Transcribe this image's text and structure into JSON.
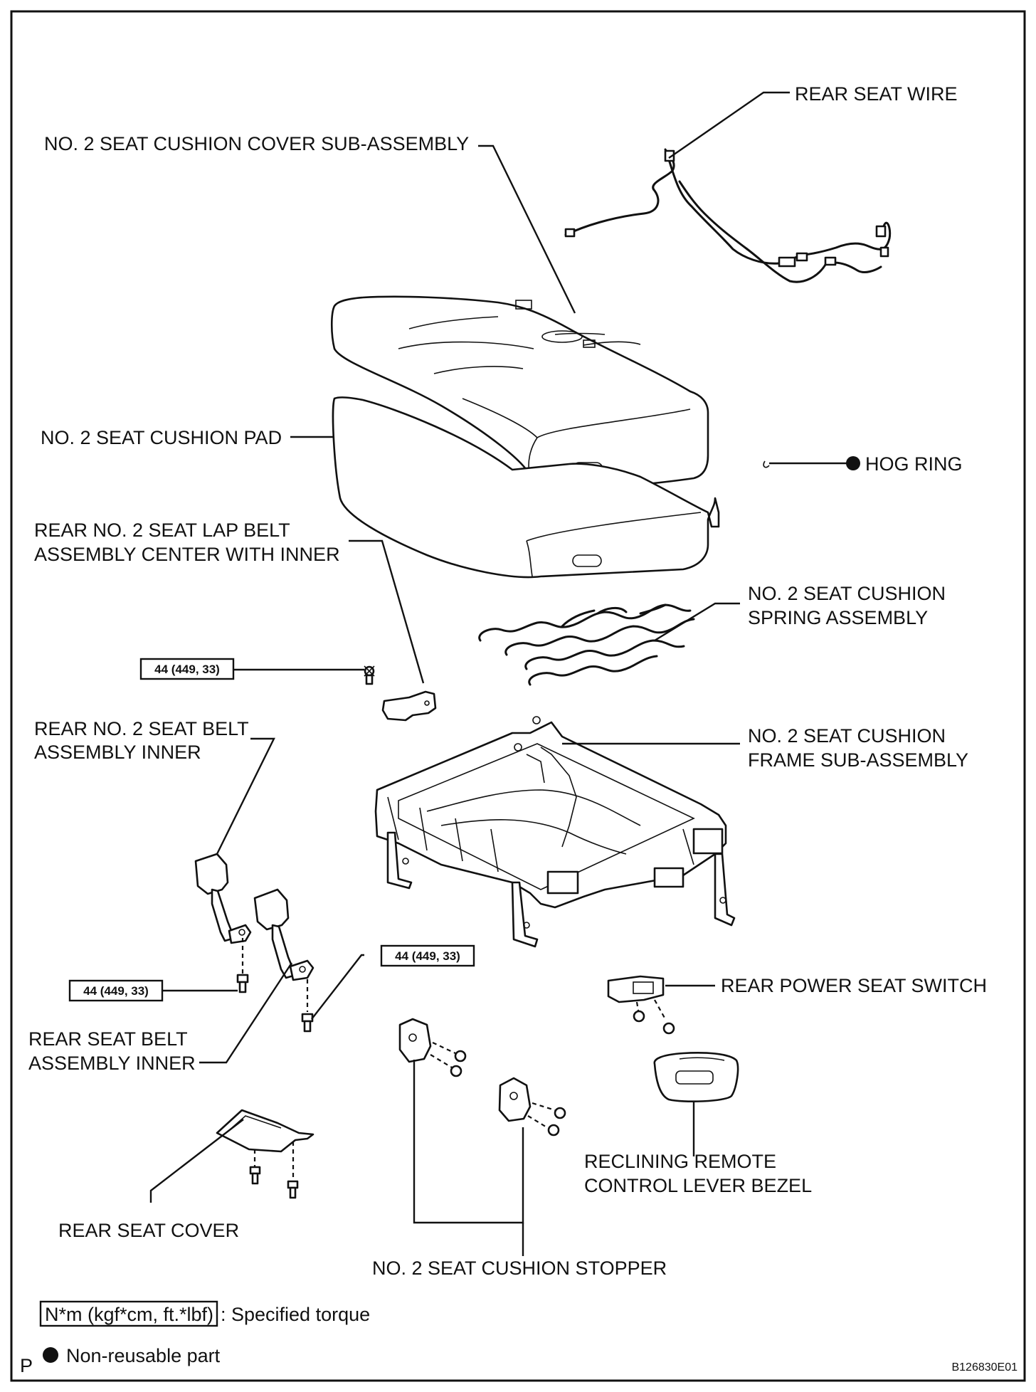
{
  "labels": {
    "rear_seat_wire": "REAR SEAT WIRE",
    "cushion_cover": "NO. 2 SEAT CUSHION COVER SUB-ASSEMBLY",
    "cushion_pad": "NO. 2 SEAT CUSHION PAD",
    "hog_ring": "HOG RING",
    "lap_belt_line1": "REAR NO. 2 SEAT LAP BELT",
    "lap_belt_line2": "ASSEMBLY CENTER WITH INNER",
    "spring_line1": "NO. 2 SEAT CUSHION",
    "spring_line2": "SPRING ASSEMBLY",
    "belt_inner_line1": "REAR NO. 2 SEAT BELT",
    "belt_inner_line2": "ASSEMBLY INNER",
    "frame_line1": "NO. 2 SEAT CUSHION",
    "frame_line2": "FRAME SUB-ASSEMBLY",
    "power_switch": "REAR POWER SEAT SWITCH",
    "seat_belt_inner_line1": "REAR SEAT BELT",
    "seat_belt_inner_line2": "ASSEMBLY INNER",
    "reclining_line1": "RECLINING REMOTE",
    "reclining_line2": "CONTROL LEVER BEZEL",
    "rear_seat_cover": "REAR SEAT COVER",
    "stopper": "NO. 2 SEAT CUSHION STOPPER"
  },
  "torques": {
    "lap_belt": "44 (449, 33)",
    "belt_inner": "44 (449, 33)",
    "seat_belt_inner": "44 (449, 33)"
  },
  "legend": {
    "torque_unit": "N*m (kgf*cm, ft.*lbf)",
    "torque_desc": ": Specified torque",
    "nonreusable_desc": "Non-reusable part"
  },
  "footer": {
    "corner_mark": "P",
    "figure_code": "B126830E01"
  }
}
